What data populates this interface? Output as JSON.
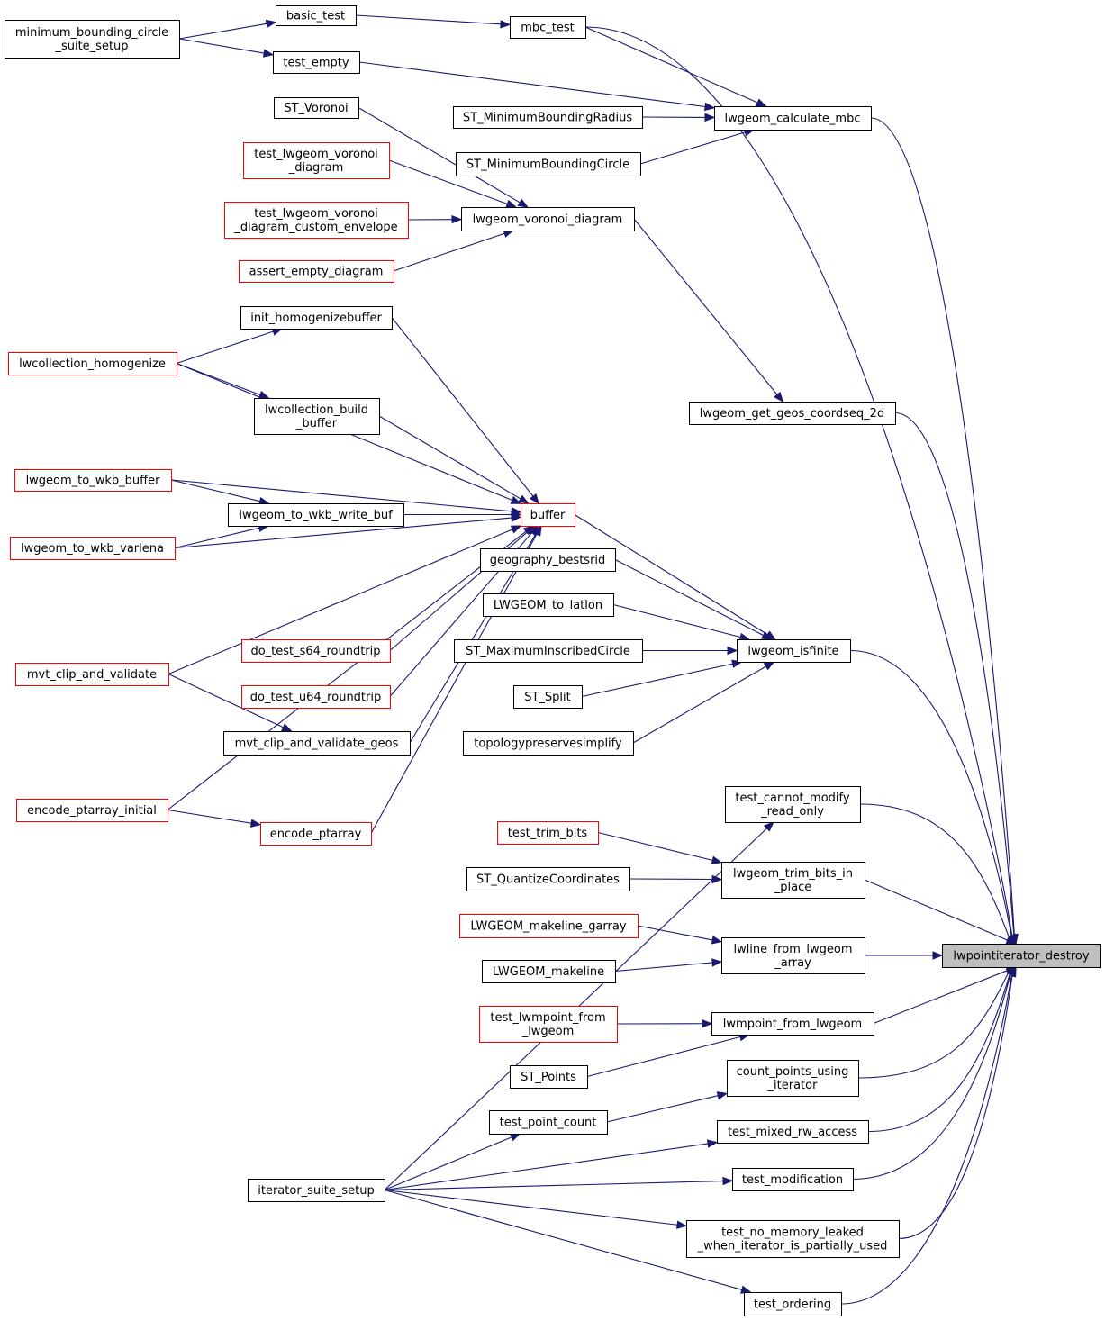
{
  "colors": {
    "edge": "#191970",
    "node_border_normal": "#000000",
    "node_border_truncated": "#ff0000",
    "root_fill": "#bfbfbf"
  },
  "nodes": [
    {
      "id": "lwpointiterator_destroy",
      "lines": [
        "lwpointiterator_destroy"
      ],
      "style": "root"
    },
    {
      "id": "minimum_bounding_circle_suite_setup",
      "lines": [
        "minimum_bounding_circle",
        "_suite_setup"
      ],
      "style": "black"
    },
    {
      "id": "basic_test",
      "lines": [
        "basic_test"
      ],
      "style": "black"
    },
    {
      "id": "mbc_test",
      "lines": [
        "mbc_test"
      ],
      "style": "black"
    },
    {
      "id": "test_empty",
      "lines": [
        "test_empty"
      ],
      "style": "black"
    },
    {
      "id": "lwgeom_calculate_mbc",
      "lines": [
        "lwgeom_calculate_mbc"
      ],
      "style": "black"
    },
    {
      "id": "ST_MinimumBoundingRadius",
      "lines": [
        "ST_MinimumBoundingRadius"
      ],
      "style": "black"
    },
    {
      "id": "ST_MinimumBoundingCircle",
      "lines": [
        "ST_MinimumBoundingCircle"
      ],
      "style": "black"
    },
    {
      "id": "ST_Voronoi",
      "lines": [
        "ST_Voronoi"
      ],
      "style": "black"
    },
    {
      "id": "test_lwgeom_voronoi_diagram",
      "lines": [
        "test_lwgeom_voronoi",
        "_diagram"
      ],
      "style": "red"
    },
    {
      "id": "test_lwgeom_voronoi_diagram_custom_envelope",
      "lines": [
        "test_lwgeom_voronoi",
        "_diagram_custom_envelope"
      ],
      "style": "red"
    },
    {
      "id": "lwgeom_voronoi_diagram",
      "lines": [
        "lwgeom_voronoi_diagram"
      ],
      "style": "black"
    },
    {
      "id": "assert_empty_diagram",
      "lines": [
        "assert_empty_diagram"
      ],
      "style": "red"
    },
    {
      "id": "init_homogenizebuffer",
      "lines": [
        "init_homogenizebuffer"
      ],
      "style": "black"
    },
    {
      "id": "lwcollection_homogenize",
      "lines": [
        "lwcollection_homogenize"
      ],
      "style": "red"
    },
    {
      "id": "lwcollection_build_buffer",
      "lines": [
        "lwcollection_build",
        "_buffer"
      ],
      "style": "black"
    },
    {
      "id": "lwgeom_get_geos_coordseq_2d",
      "lines": [
        "lwgeom_get_geos_coordseq_2d"
      ],
      "style": "black"
    },
    {
      "id": "lwgeom_to_wkb_buffer",
      "lines": [
        "lwgeom_to_wkb_buffer"
      ],
      "style": "red"
    },
    {
      "id": "lwgeom_to_wkb_write_buf",
      "lines": [
        "lwgeom_to_wkb_write_buf"
      ],
      "style": "black"
    },
    {
      "id": "buffer",
      "lines": [
        "buffer"
      ],
      "style": "red"
    },
    {
      "id": "lwgeom_to_wkb_varlena",
      "lines": [
        "lwgeom_to_wkb_varlena"
      ],
      "style": "red"
    },
    {
      "id": "geography_bestsrid",
      "lines": [
        "geography_bestsrid"
      ],
      "style": "black"
    },
    {
      "id": "LWGEOM_to_latlon",
      "lines": [
        "LWGEOM_to_latlon"
      ],
      "style": "black"
    },
    {
      "id": "do_test_s64_roundtrip",
      "lines": [
        "do_test_s64_roundtrip"
      ],
      "style": "red"
    },
    {
      "id": "ST_MaximumInscribedCircle",
      "lines": [
        "ST_MaximumInscribedCircle"
      ],
      "style": "black"
    },
    {
      "id": "lwgeom_isfinite",
      "lines": [
        "lwgeom_isfinite"
      ],
      "style": "black"
    },
    {
      "id": "mvt_clip_and_validate",
      "lines": [
        "mvt_clip_and_validate"
      ],
      "style": "red"
    },
    {
      "id": "do_test_u64_roundtrip",
      "lines": [
        "do_test_u64_roundtrip"
      ],
      "style": "red"
    },
    {
      "id": "ST_Split",
      "lines": [
        "ST_Split"
      ],
      "style": "black"
    },
    {
      "id": "mvt_clip_and_validate_geos",
      "lines": [
        "mvt_clip_and_validate_geos"
      ],
      "style": "black"
    },
    {
      "id": "topologypreservesimplify",
      "lines": [
        "topologypreservesimplify"
      ],
      "style": "black"
    },
    {
      "id": "test_cannot_modify_read_only",
      "lines": [
        "test_cannot_modify",
        "_read_only"
      ],
      "style": "black"
    },
    {
      "id": "encode_ptarray_initial",
      "lines": [
        "encode_ptarray_initial"
      ],
      "style": "red"
    },
    {
      "id": "encode_ptarray",
      "lines": [
        "encode_ptarray"
      ],
      "style": "red"
    },
    {
      "id": "test_trim_bits",
      "lines": [
        "test_trim_bits"
      ],
      "style": "red"
    },
    {
      "id": "lwgeom_trim_bits_in_place",
      "lines": [
        "lwgeom_trim_bits_in",
        "_place"
      ],
      "style": "black"
    },
    {
      "id": "ST_QuantizeCoordinates",
      "lines": [
        "ST_QuantizeCoordinates"
      ],
      "style": "black"
    },
    {
      "id": "LWGEOM_makeline_garray",
      "lines": [
        "LWGEOM_makeline_garray"
      ],
      "style": "red"
    },
    {
      "id": "lwline_from_lwgeom_array",
      "lines": [
        "lwline_from_lwgeom",
        "_array"
      ],
      "style": "black"
    },
    {
      "id": "LWGEOM_makeline",
      "lines": [
        "LWGEOM_makeline"
      ],
      "style": "black"
    },
    {
      "id": "test_lwmpoint_from_lwgeom",
      "lines": [
        "test_lwmpoint_from",
        "_lwgeom"
      ],
      "style": "red"
    },
    {
      "id": "lwmpoint_from_lwgeom",
      "lines": [
        "lwmpoint_from_lwgeom"
      ],
      "style": "black"
    },
    {
      "id": "ST_Points",
      "lines": [
        "ST_Points"
      ],
      "style": "black"
    },
    {
      "id": "count_points_using_iterator",
      "lines": [
        "count_points_using",
        "_iterator"
      ],
      "style": "black"
    },
    {
      "id": "test_point_count",
      "lines": [
        "test_point_count"
      ],
      "style": "black"
    },
    {
      "id": "test_mixed_rw_access",
      "lines": [
        "test_mixed_rw_access"
      ],
      "style": "black"
    },
    {
      "id": "iterator_suite_setup",
      "lines": [
        "iterator_suite_setup"
      ],
      "style": "black"
    },
    {
      "id": "test_modification",
      "lines": [
        "test_modification"
      ],
      "style": "black"
    },
    {
      "id": "test_no_memory_leaked_when_iterator_is_partially_used",
      "lines": [
        "test_no_memory_leaked",
        "_when_iterator_is_partially_used"
      ],
      "style": "black"
    },
    {
      "id": "test_ordering",
      "lines": [
        "test_ordering"
      ],
      "style": "black"
    }
  ],
  "edges": [
    [
      "minimum_bounding_circle_suite_setup",
      "basic_test"
    ],
    [
      "minimum_bounding_circle_suite_setup",
      "test_empty"
    ],
    [
      "basic_test",
      "mbc_test"
    ],
    [
      "mbc_test",
      "lwgeom_calculate_mbc"
    ],
    [
      "mbc_test",
      "lwpointiterator_destroy"
    ],
    [
      "test_empty",
      "lwgeom_calculate_mbc"
    ],
    [
      "ST_MinimumBoundingRadius",
      "lwgeom_calculate_mbc"
    ],
    [
      "ST_MinimumBoundingCircle",
      "lwgeom_calculate_mbc"
    ],
    [
      "lwgeom_calculate_mbc",
      "lwpointiterator_destroy"
    ],
    [
      "ST_Voronoi",
      "lwgeom_voronoi_diagram"
    ],
    [
      "test_lwgeom_voronoi_diagram",
      "lwgeom_voronoi_diagram"
    ],
    [
      "test_lwgeom_voronoi_diagram_custom_envelope",
      "lwgeom_voronoi_diagram"
    ],
    [
      "assert_empty_diagram",
      "lwgeom_voronoi_diagram"
    ],
    [
      "lwgeom_voronoi_diagram",
      "lwgeom_get_geos_coordseq_2d"
    ],
    [
      "lwgeom_get_geos_coordseq_2d",
      "lwpointiterator_destroy"
    ],
    [
      "lwcollection_homogenize",
      "init_homogenizebuffer"
    ],
    [
      "lwcollection_homogenize",
      "lwcollection_build_buffer"
    ],
    [
      "lwcollection_homogenize",
      "buffer"
    ],
    [
      "init_homogenizebuffer",
      "buffer"
    ],
    [
      "lwcollection_build_buffer",
      "buffer"
    ],
    [
      "lwgeom_to_wkb_buffer",
      "lwgeom_to_wkb_write_buf"
    ],
    [
      "lwgeom_to_wkb_buffer",
      "buffer"
    ],
    [
      "lwgeom_to_wkb_varlena",
      "lwgeom_to_wkb_write_buf"
    ],
    [
      "lwgeom_to_wkb_varlena",
      "buffer"
    ],
    [
      "lwgeom_to_wkb_write_buf",
      "buffer"
    ],
    [
      "mvt_clip_and_validate",
      "buffer"
    ],
    [
      "mvt_clip_and_validate",
      "mvt_clip_and_validate_geos"
    ],
    [
      "do_test_s64_roundtrip",
      "buffer"
    ],
    [
      "do_test_u64_roundtrip",
      "buffer"
    ],
    [
      "mvt_clip_and_validate_geos",
      "buffer"
    ],
    [
      "encode_ptarray_initial",
      "buffer"
    ],
    [
      "encode_ptarray_initial",
      "encode_ptarray"
    ],
    [
      "encode_ptarray",
      "buffer"
    ],
    [
      "buffer",
      "lwgeom_isfinite"
    ],
    [
      "geography_bestsrid",
      "lwgeom_isfinite"
    ],
    [
      "LWGEOM_to_latlon",
      "lwgeom_isfinite"
    ],
    [
      "ST_MaximumInscribedCircle",
      "lwgeom_isfinite"
    ],
    [
      "ST_Split",
      "lwgeom_isfinite"
    ],
    [
      "topologypreservesimplify",
      "lwgeom_isfinite"
    ],
    [
      "lwgeom_isfinite",
      "lwpointiterator_destroy"
    ],
    [
      "iterator_suite_setup",
      "test_cannot_modify_read_only"
    ],
    [
      "test_cannot_modify_read_only",
      "lwpointiterator_destroy"
    ],
    [
      "test_trim_bits",
      "lwgeom_trim_bits_in_place"
    ],
    [
      "ST_QuantizeCoordinates",
      "lwgeom_trim_bits_in_place"
    ],
    [
      "lwgeom_trim_bits_in_place",
      "lwpointiterator_destroy"
    ],
    [
      "LWGEOM_makeline_garray",
      "lwline_from_lwgeom_array"
    ],
    [
      "LWGEOM_makeline",
      "lwline_from_lwgeom_array"
    ],
    [
      "lwline_from_lwgeom_array",
      "lwpointiterator_destroy"
    ],
    [
      "test_lwmpoint_from_lwgeom",
      "lwmpoint_from_lwgeom"
    ],
    [
      "ST_Points",
      "lwmpoint_from_lwgeom"
    ],
    [
      "lwmpoint_from_lwgeom",
      "lwpointiterator_destroy"
    ],
    [
      "test_point_count",
      "count_points_using_iterator"
    ],
    [
      "count_points_using_iterator",
      "lwpointiterator_destroy"
    ],
    [
      "iterator_suite_setup",
      "test_point_count"
    ],
    [
      "iterator_suite_setup",
      "test_mixed_rw_access"
    ],
    [
      "test_mixed_rw_access",
      "lwpointiterator_destroy"
    ],
    [
      "iterator_suite_setup",
      "test_modification"
    ],
    [
      "test_modification",
      "lwpointiterator_destroy"
    ],
    [
      "iterator_suite_setup",
      "test_no_memory_leaked_when_iterator_is_partially_used"
    ],
    [
      "test_no_memory_leaked_when_iterator_is_partially_used",
      "lwpointiterator_destroy"
    ],
    [
      "iterator_suite_setup",
      "test_ordering"
    ],
    [
      "test_ordering",
      "lwpointiterator_destroy"
    ]
  ]
}
